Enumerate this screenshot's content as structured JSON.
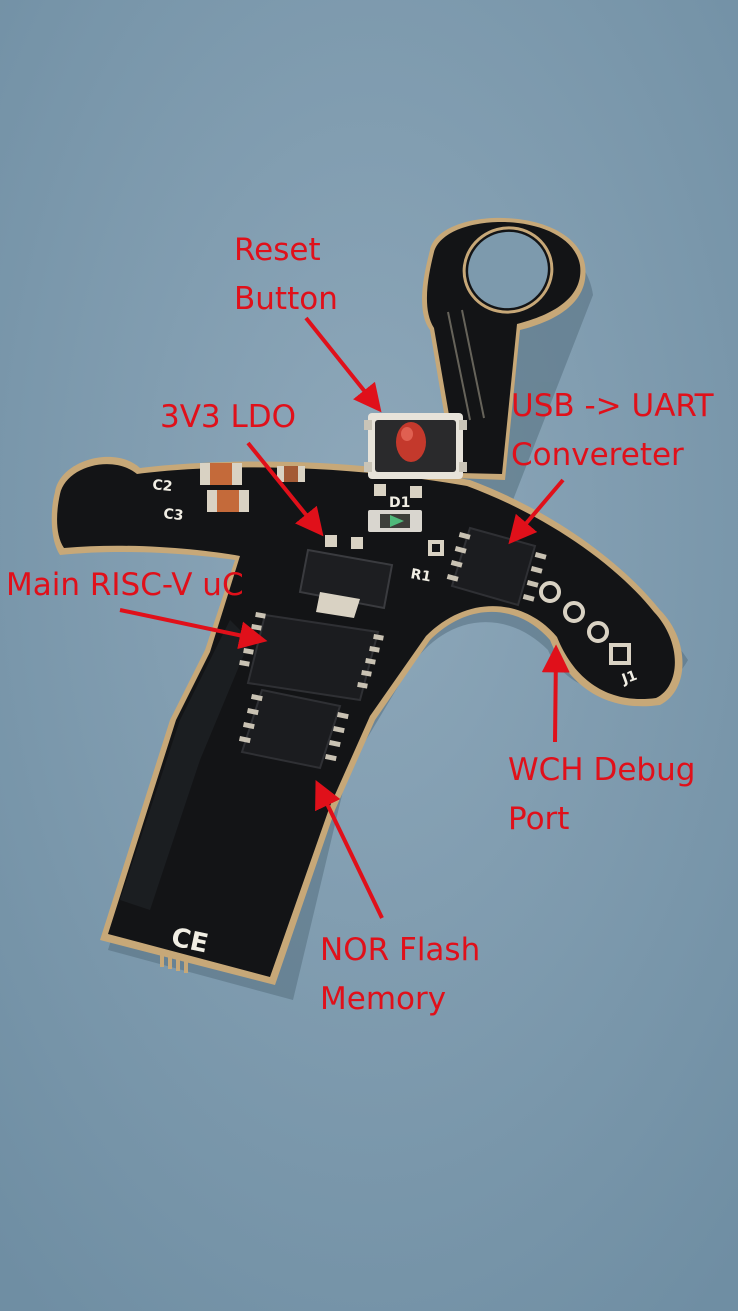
{
  "callouts": {
    "reset_button": [
      "Reset",
      "Button"
    ],
    "ldo": [
      "3V3 LDO"
    ],
    "usb_uart": [
      "USB -> UART",
      "Convereter"
    ],
    "main_mcu": [
      "Main RISC-V uC"
    ],
    "debug_port": [
      "WCH Debug",
      "Port"
    ],
    "nor_flash": [
      "NOR Flash",
      "Memory"
    ]
  },
  "silkscreen": {
    "c2": "C2",
    "c3": "C3",
    "d1": "D1",
    "r1": "R1",
    "j1": "J1",
    "ce_mark": "CE"
  },
  "colors": {
    "background": "#7d9aad",
    "board": "#131416",
    "board_edge": "#c7a878",
    "callout": "#e0101a",
    "button": "#c4392c"
  }
}
